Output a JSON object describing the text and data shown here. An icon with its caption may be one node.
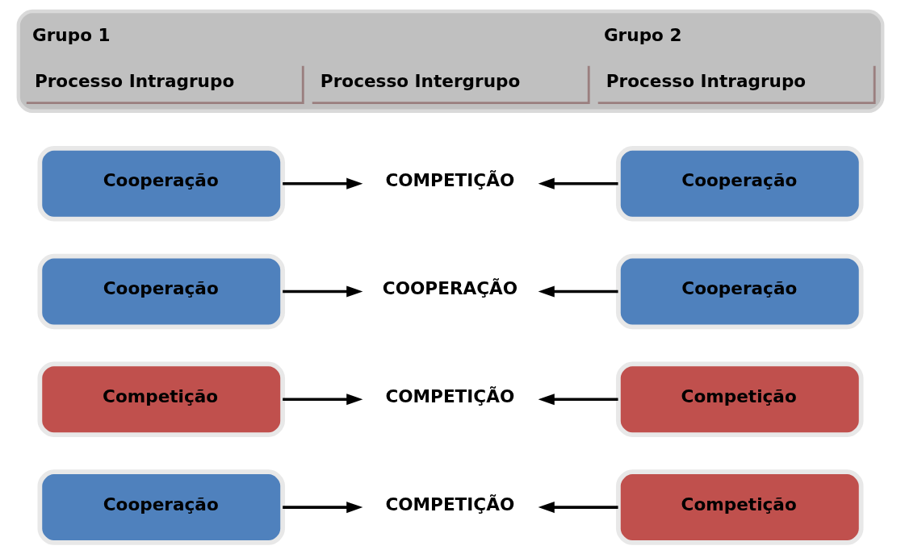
{
  "diagram": {
    "nodes": [
      {
        "text": [
          "Grupo 1",
          "Processo Intragrupo",
          "Processo Intergrupo",
          "Grupo 2",
          "Processo Intragrupo"
        ]
      },
      {
        "text": [
          "Cooperação"
        ]
      },
      {
        "text": [
          "COMPETIÇÃO"
        ]
      },
      {
        "text": [
          "Cooperação"
        ]
      },
      {
        "text": [
          "Cooperação"
        ]
      },
      {
        "text": [
          "COOPERAÇÃO"
        ]
      },
      {
        "text": [
          "Cooperação"
        ]
      },
      {
        "text": [
          "Competição"
        ]
      },
      {
        "text": [
          "COMPETIÇÃO"
        ]
      },
      {
        "text": [
          "Competição"
        ]
      },
      {
        "text": [
          "Cooperação"
        ]
      },
      {
        "text": [
          "COMPETIÇÃO"
        ]
      },
      {
        "text": [
          "Competição"
        ]
      }
    ],
    "edges": [
      {
        "from": 1,
        "to": 2,
        "arrow": "to"
      },
      {
        "from": 3,
        "to": 2,
        "arrow": "to"
      },
      {
        "from": 4,
        "to": 5,
        "arrow": "to"
      },
      {
        "from": 6,
        "to": 5,
        "arrow": "to"
      },
      {
        "from": 7,
        "to": 8,
        "arrow": "to"
      },
      {
        "from": 9,
        "to": 8,
        "arrow": "to"
      },
      {
        "from": 10,
        "to": 11,
        "arrow": "to"
      },
      {
        "from": 12,
        "to": 11,
        "arrow": "to"
      }
    ]
  }
}
